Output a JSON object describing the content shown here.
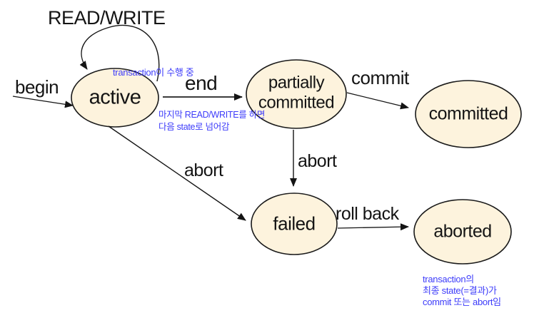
{
  "diagram": {
    "type": "state-transition-diagram",
    "topic": "transaction states",
    "colors": {
      "background": "#ffffff",
      "state_fill": "#fdf3dd",
      "state_stroke": "#1a1a1a",
      "label_text": "#141414",
      "annotation_text": "#3d3cfa"
    },
    "states": [
      {
        "id": "active",
        "label": "active"
      },
      {
        "id": "partially-committed",
        "label": "partially committed"
      },
      {
        "id": "committed",
        "label": "committed"
      },
      {
        "id": "failed",
        "label": "failed"
      },
      {
        "id": "aborted",
        "label": "aborted"
      }
    ],
    "transitions": [
      {
        "label": "begin",
        "from": "(start)",
        "to": "active"
      },
      {
        "label": "READ/WRITE",
        "from": "active",
        "to": "active"
      },
      {
        "label": "end",
        "from": "active",
        "to": "partially-committed"
      },
      {
        "label": "commit",
        "from": "partially-committed",
        "to": "committed"
      },
      {
        "label": "abort",
        "from": "partially-committed",
        "to": "failed"
      },
      {
        "label": "abort",
        "from": "active",
        "to": "failed"
      },
      {
        "label": "roll back",
        "from": "failed",
        "to": "aborted"
      }
    ],
    "annotations": [
      {
        "id": "active-note",
        "lines": [
          "transaction이 수행 중"
        ]
      },
      {
        "id": "end-note",
        "lines": [
          "마지막 READ/WRITE를 하면",
          "다음 state로 넘어감"
        ]
      },
      {
        "id": "final-note",
        "lines": [
          "transaction의",
          "최종 state(=결과)가",
          "commit 또는 abort임"
        ]
      }
    ]
  }
}
